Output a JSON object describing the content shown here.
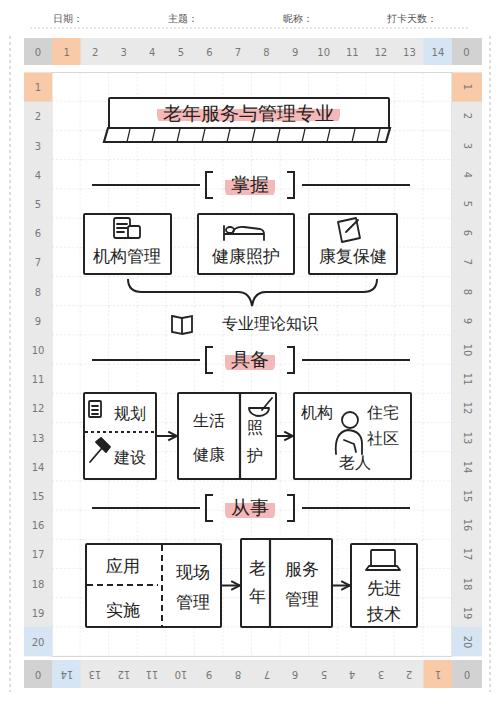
{
  "diagram": {
    "nodes": [
      {
        "text": [
          "老年服务与管理专业"
        ]
      },
      {
        "text": [
          "机构管理"
        ]
      },
      {
        "text": [
          "健康照护"
        ]
      },
      {
        "text": [
          "康复保健"
        ]
      },
      {
        "text": [
          "规划",
          "建设"
        ]
      },
      {
        "text": [
          "生活 健康",
          "照护"
        ]
      },
      {
        "text": [
          "机构",
          "住宅",
          "社区",
          "老人"
        ]
      },
      {
        "text": [
          "应用",
          "实施",
          "现场 管理"
        ]
      },
      {
        "text": [
          "老年",
          "服务 管理"
        ]
      },
      {
        "text": [
          "先进 技术"
        ]
      }
    ],
    "edges": [
      {
        "from": 4,
        "to": 5,
        "arrow": "to"
      },
      {
        "from": 5,
        "to": 6,
        "arrow": "to"
      },
      {
        "from": 7,
        "to": 8,
        "arrow": "to"
      },
      {
        "from": 8,
        "to": 9,
        "arrow": "to"
      }
    ],
    "labels": [
      "日期：",
      "主题：",
      "昵称：",
      "打卡天数：",
      "掌握",
      "专业理论知识",
      "具备",
      "从事",
      "0",
      "1",
      "2",
      "3",
      "4",
      "5",
      "6",
      "7",
      "8",
      "9",
      "10",
      "11",
      "12",
      "13",
      "14",
      "0",
      "1",
      "2",
      "3",
      "4",
      "5",
      "6",
      "7",
      "8",
      "9",
      "10",
      "11",
      "12",
      "13",
      "14",
      "15",
      "16",
      "17",
      "18",
      "19",
      "20",
      "1",
      "2",
      "3",
      "4",
      "5",
      "6",
      "7",
      "8",
      "9",
      "10",
      "11",
      "12",
      "13",
      "14",
      "15",
      "16",
      "17",
      "18",
      "19",
      "20",
      "0",
      "14",
      "13",
      "12",
      "11",
      "10",
      "9",
      "8",
      "7",
      "6",
      "5",
      "4",
      "3",
      "2",
      "1",
      "0"
    ]
  }
}
